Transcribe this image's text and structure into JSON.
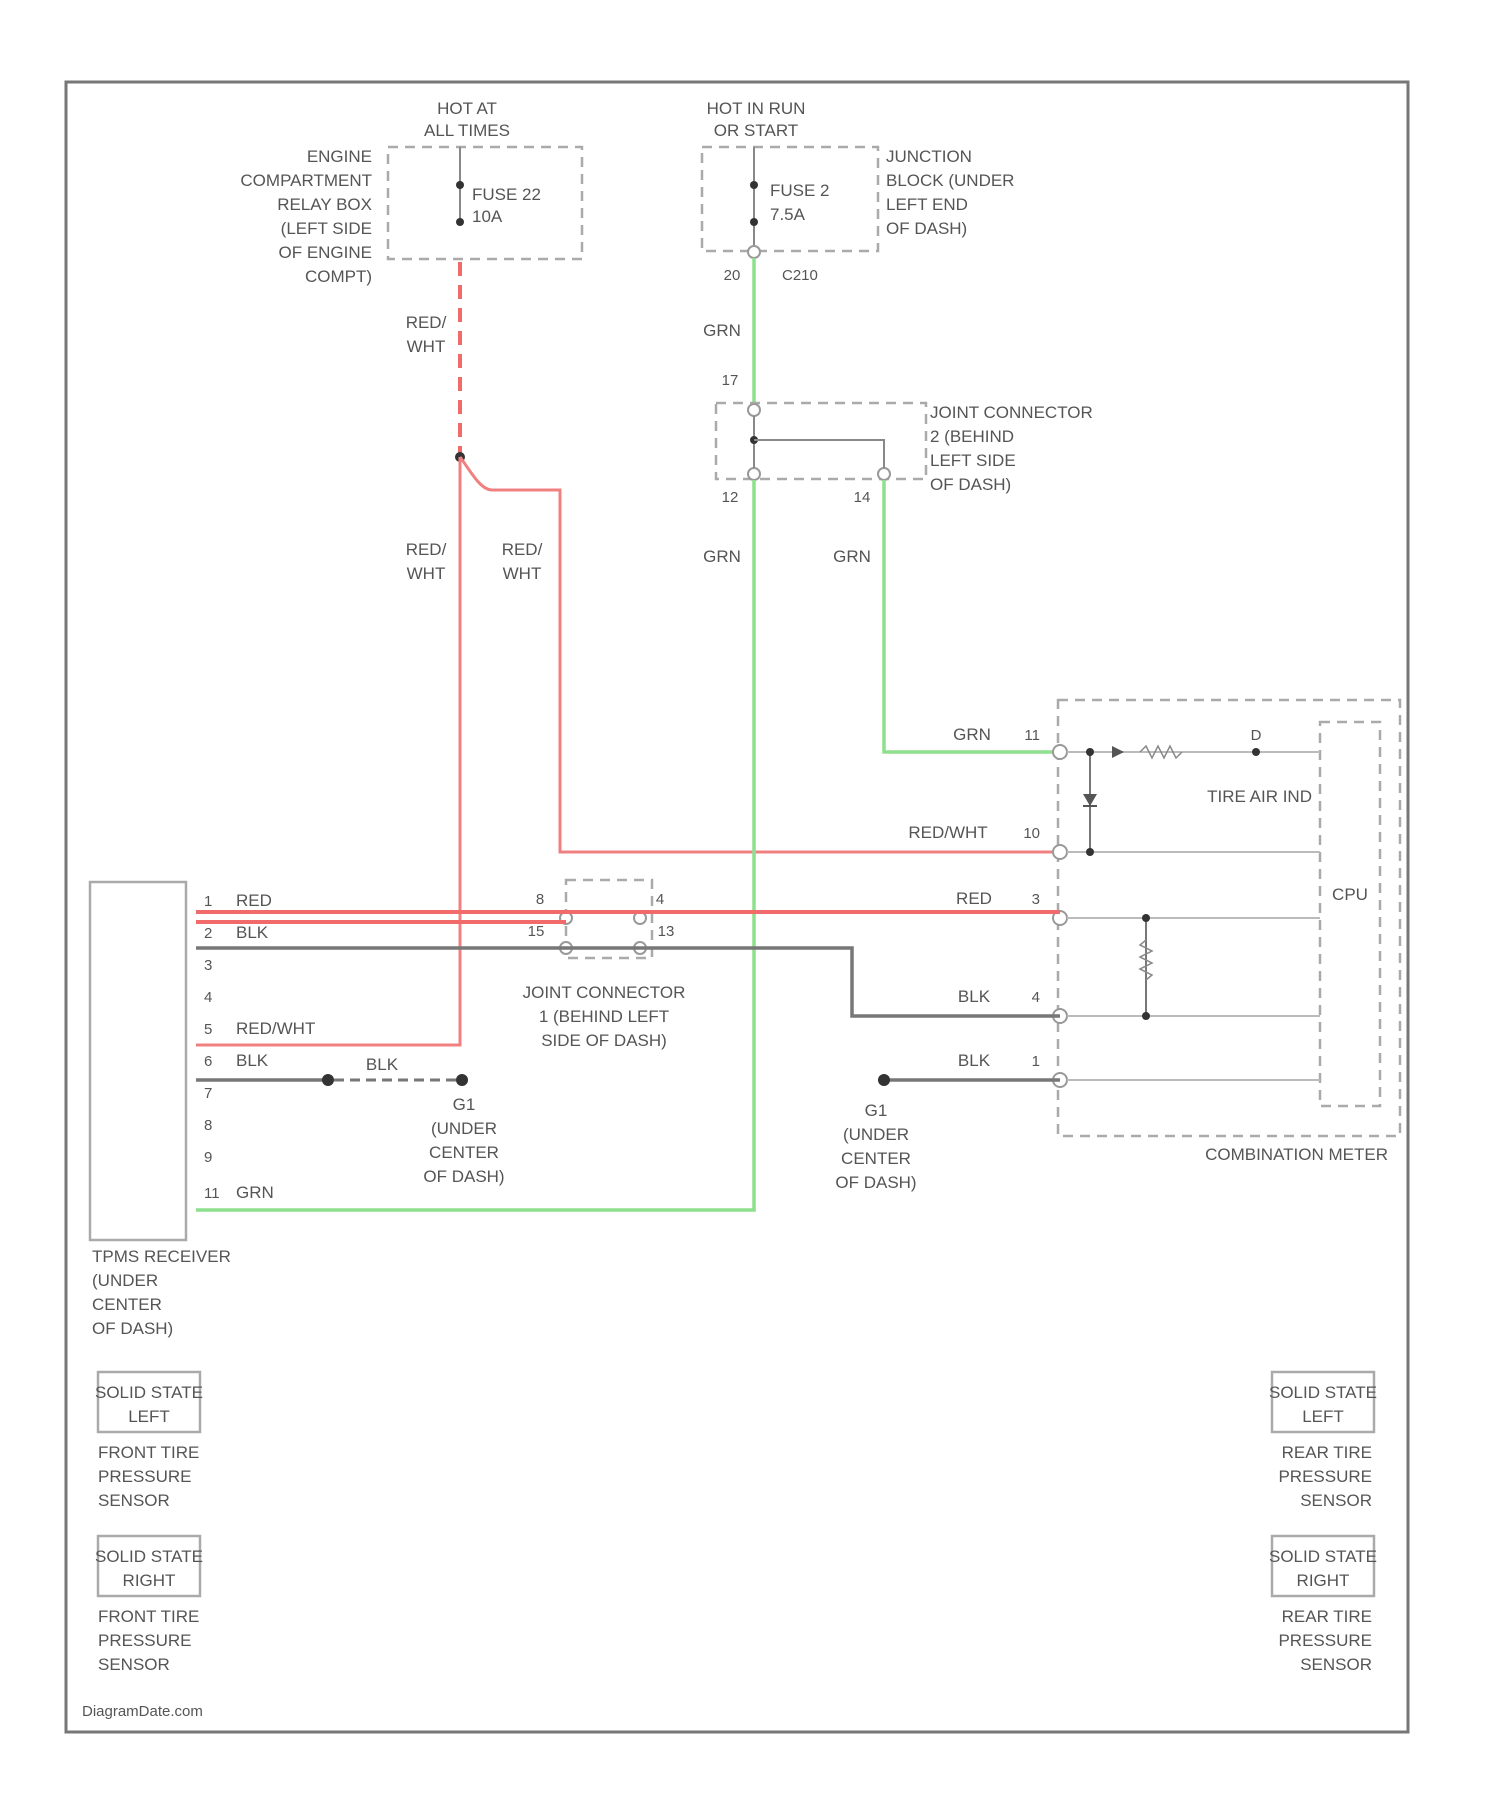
{
  "source_text": "DiagramDate.com",
  "labels": {
    "hot_at_all_times": [
      "HOT AT",
      "ALL TIMES"
    ],
    "hot_run_start": [
      "HOT IN RUN",
      "OR START"
    ],
    "engine_relay_box": [
      "ENGINE",
      "COMPARTMENT",
      "RELAY BOX",
      "(LEFT SIDE",
      "OF ENGINE",
      "COMPT)"
    ],
    "fuse22": [
      "FUSE 22",
      "10A"
    ],
    "fuse2": [
      "FUSE 2",
      "7.5A"
    ],
    "junction_block": [
      "JUNCTION",
      "BLOCK (UNDER",
      "LEFT END",
      "OF DASH)"
    ],
    "jb_pin": "20",
    "jb_conn": "C210",
    "joint_conn2": [
      "JOINT CONNECTOR",
      "2 (BEHIND",
      "LEFT SIDE",
      "OF DASH)"
    ],
    "jc2_pins": [
      "17",
      "12",
      "14"
    ],
    "wire_red_wht": [
      "RED/",
      "WHT"
    ],
    "grn": "GRN",
    "combination_meter": "COMBINATION METER",
    "tire_air_ind": "TIRE AIR IND",
    "cpu": "CPU",
    "meter_pins": [
      "11",
      "10",
      "3",
      "4",
      "1"
    ],
    "meter_wires": [
      "GRN",
      "RED/WHT",
      "RED",
      "BLK",
      "BLK"
    ],
    "joint_conn1": [
      "JOINT CONNECTOR",
      "1 (BEHIND LEFT",
      "SIDE OF DASH)"
    ],
    "jc1_pins": [
      "8",
      "15",
      "4",
      "13"
    ],
    "tpms_receiver": [
      "TPMS RECEIVER",
      "(UNDER",
      "CENTER",
      "OF DASH)"
    ],
    "receiver_pins": [
      "1",
      "2",
      "3",
      "4",
      "5",
      "6",
      "7",
      "8",
      "9",
      "11"
    ],
    "receiver_wires": {
      "p1": "RED",
      "p2": "BLK",
      "p5": "RED/WHT",
      "p6": "BLK",
      "p11": "GRN"
    },
    "blk_mid": "BLK",
    "ground_g1": [
      "G1",
      "(UNDER",
      "CENTER",
      "OF DASH)"
    ],
    "ground_g2": [
      "G1",
      "(UNDER",
      "CENTER",
      "OF DASH)"
    ],
    "sensors": [
      {
        "box": [
          "SOLID STATE",
          "LEFT"
        ],
        "label": [
          "FRONT TIRE",
          "PRESSURE",
          "SENSOR"
        ]
      },
      {
        "box": [
          "SOLID STATE",
          "RIGHT"
        ],
        "label": [
          "FRONT TIRE",
          "PRESSURE",
          "SENSOR"
        ]
      },
      {
        "box": [
          "SOLID STATE",
          "LEFT"
        ],
        "label": [
          "REAR TIRE",
          "PRESSURE",
          "SENSOR"
        ]
      },
      {
        "box": [
          "SOLID STATE",
          "RIGHT"
        ],
        "label": [
          "REAR TIRE",
          "PRESSURE",
          "SENSOR"
        ]
      }
    ]
  }
}
